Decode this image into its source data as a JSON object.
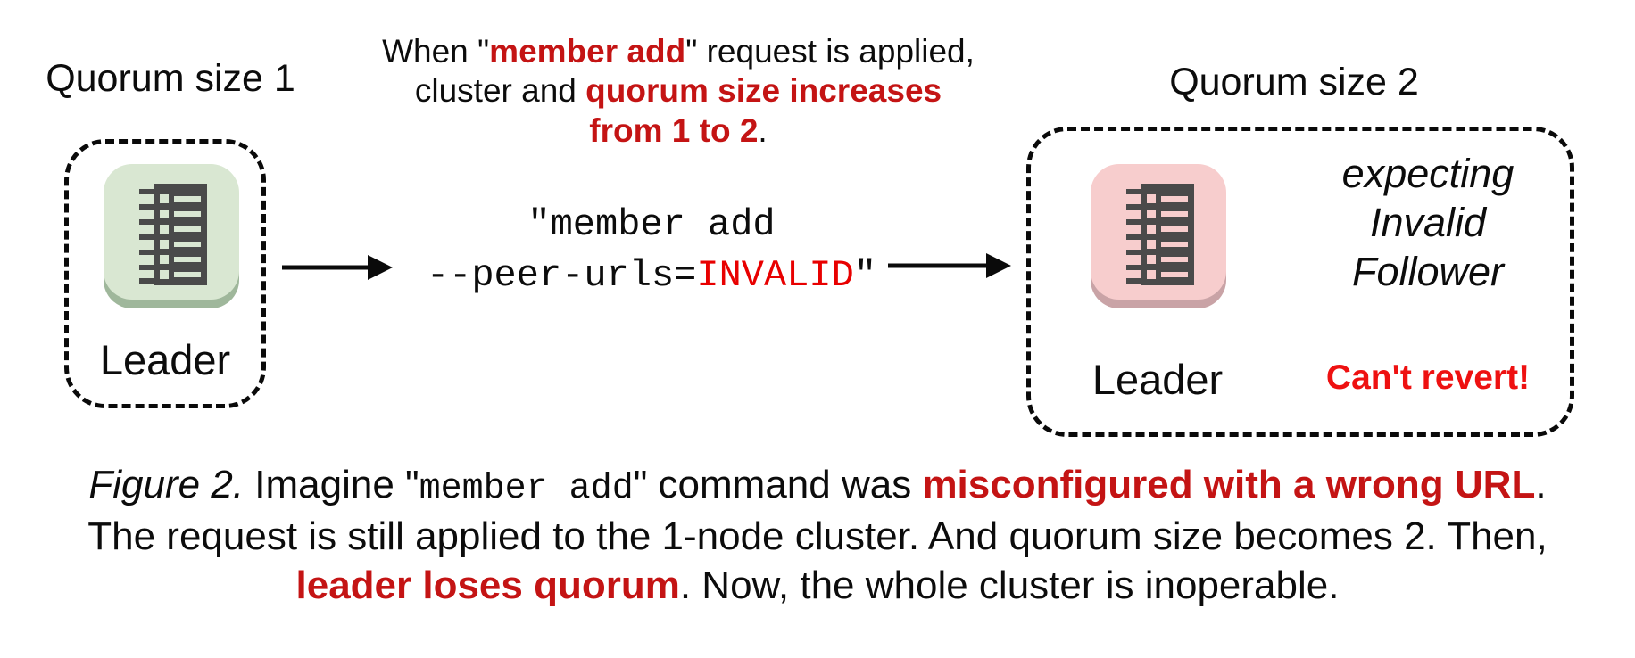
{
  "colors": {
    "red_dark": "#c41414",
    "red_bright": "#ee1111",
    "code_red": "#e80000",
    "icon_green_bg": "#d9e7d2",
    "icon_green_edge": "#9fb79b",
    "icon_pink_bg": "#f7cdcd",
    "icon_pink_edge": "#c9a3a6",
    "icon_glyph": "#4a4a4a"
  },
  "left_cluster": {
    "title": "Quorum size 1",
    "node_label": "Leader",
    "icon": "etcd-member-log-icon-green"
  },
  "right_cluster": {
    "title": "Quorum size 2",
    "node_label": "Leader",
    "icon": "etcd-member-log-icon-pink",
    "expect_line1": "expecting",
    "expect_line2": "Invalid",
    "expect_line3": "Follower",
    "warning": "Can't revert!"
  },
  "top_note": {
    "l1a": "When \"",
    "l1b": "member add",
    "l1c": "\" request is applied,",
    "l2a": "cluster and ",
    "l2b": "quorum size increases",
    "l3a": "from 1 to 2",
    "l3b": "."
  },
  "command": {
    "line1": "\"member add",
    "line2a": "--peer-urls=",
    "line2b": "INVALID",
    "line2c": "\""
  },
  "caption": {
    "fig": "Figure 2.",
    "l1a": " Imagine \"",
    "l1b": "member add",
    "l1c": "\" command was ",
    "l1d": "misconfigured with a wrong URL",
    "l1e": ".",
    "l2": "The request is still applied to the 1-node cluster. And quorum size becomes 2. Then,",
    "l3a": "leader loses quorum",
    "l3b": ". Now, the whole cluster is inoperable."
  }
}
